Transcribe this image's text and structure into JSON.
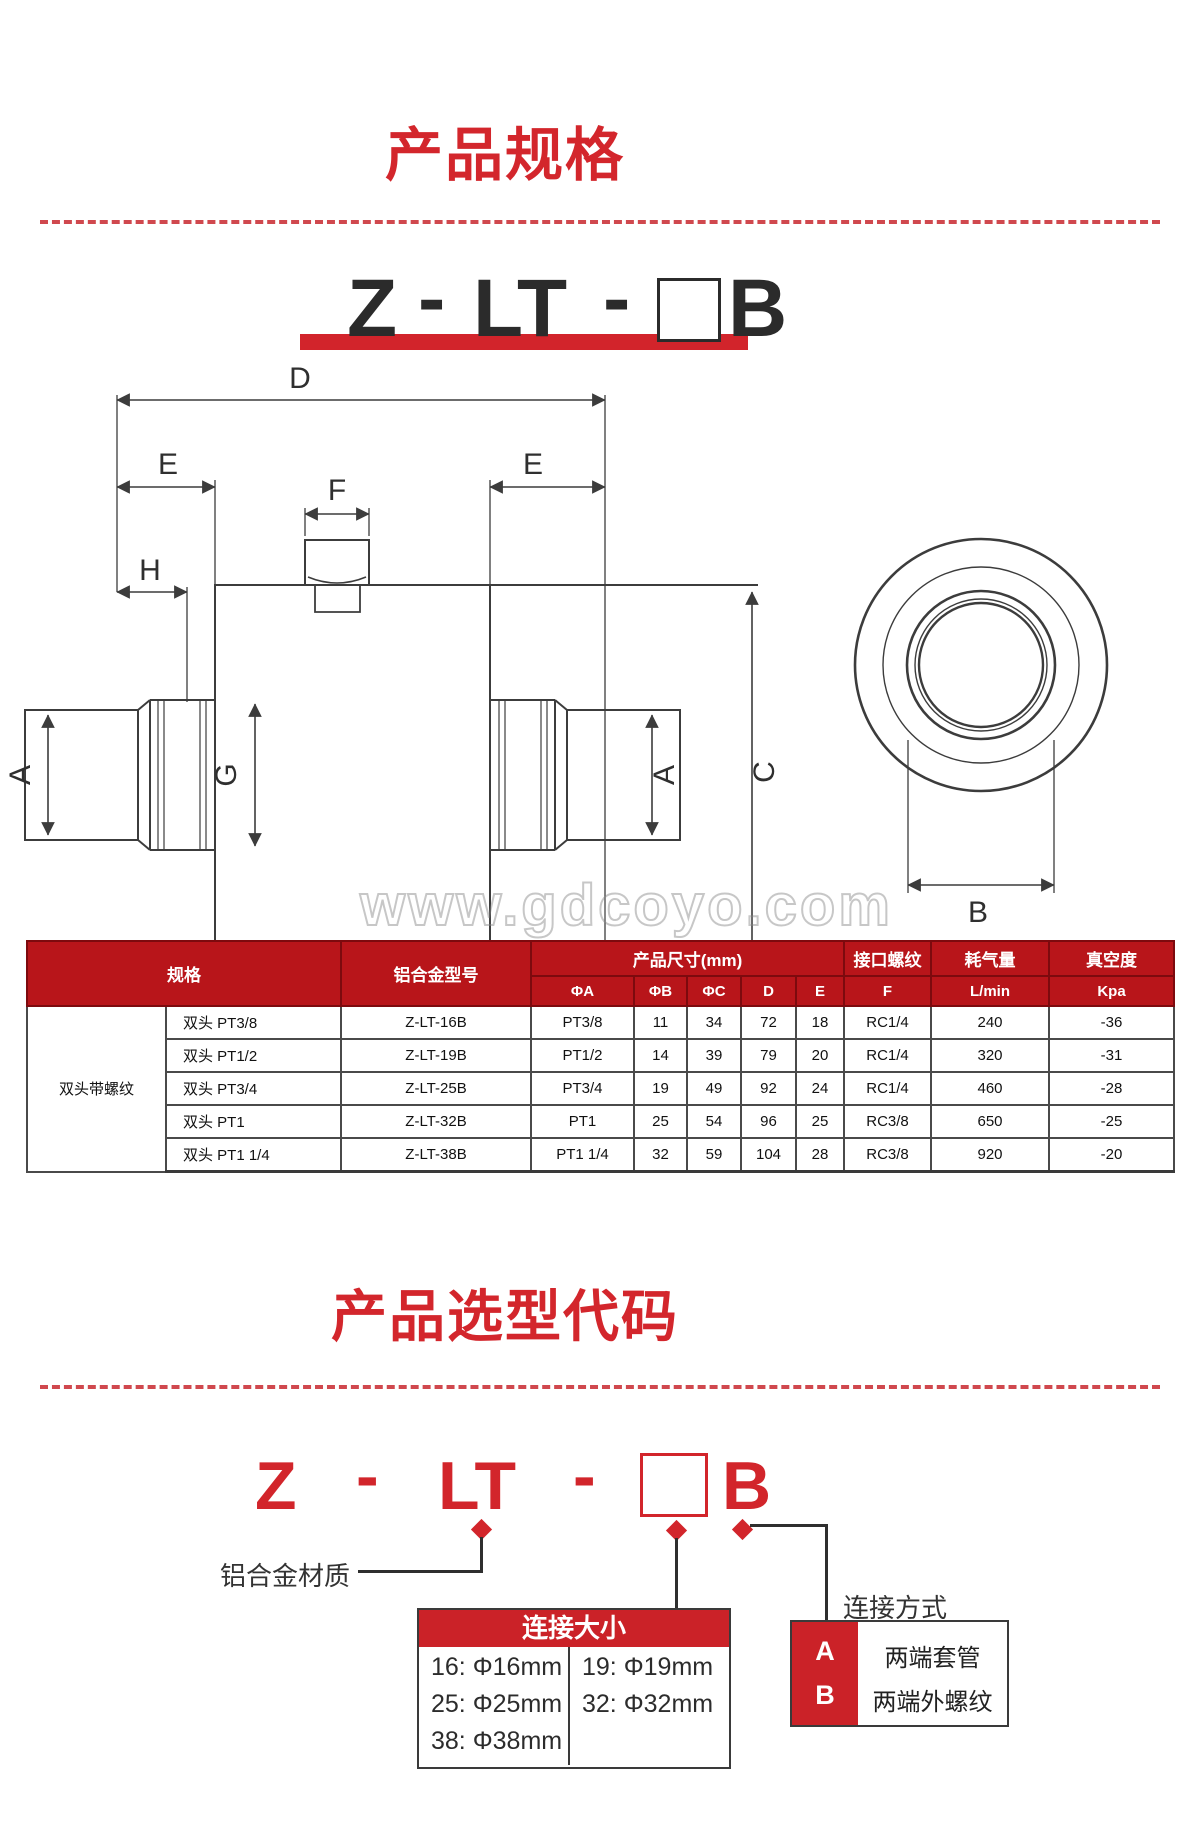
{
  "page": {
    "title_spec": "产品规格",
    "title_selection": "产品选型代码",
    "watermark": "www.gdcoyo.com"
  },
  "model_code": {
    "z": "Z",
    "dash1": "-",
    "lt": "LT",
    "dash2": "-",
    "b": "B"
  },
  "drawing": {
    "labels": {
      "d": "D",
      "e_left": "E",
      "e_right": "E",
      "f": "F",
      "h": "H",
      "a_left": "A",
      "g": "G",
      "a_right": "A",
      "c": "C",
      "b": "B"
    }
  },
  "spec_table": {
    "header": {
      "spec": "规格",
      "model": "铝合金型号",
      "dims": "产品尺寸(mm)",
      "thread": "接口螺纹",
      "air": "耗气量",
      "vacuum": "真空度"
    },
    "subheader": {
      "phi_a": "ΦA",
      "phi_b": "ΦB",
      "phi_c": "ΦC",
      "d": "D",
      "e": "E",
      "f": "F",
      "air_unit": "L/min",
      "vac_unit": "Kpa"
    },
    "group_label": "双头带螺纹",
    "rows": [
      {
        "spec": "双头 PT3/8",
        "model": "Z-LT-16B",
        "phi_a": "PT3/8",
        "phi_b": "11",
        "phi_c": "34",
        "d": "72",
        "e": "18",
        "f": "RC1/4",
        "air": "240",
        "vac": "-36"
      },
      {
        "spec": "双头 PT1/2",
        "model": "Z-LT-19B",
        "phi_a": "PT1/2",
        "phi_b": "14",
        "phi_c": "39",
        "d": "79",
        "e": "20",
        "f": "RC1/4",
        "air": "320",
        "vac": "-31"
      },
      {
        "spec": "双头 PT3/4",
        "model": "Z-LT-25B",
        "phi_a": "PT3/4",
        "phi_b": "19",
        "phi_c": "49",
        "d": "92",
        "e": "24",
        "f": "RC1/4",
        "air": "460",
        "vac": "-28"
      },
      {
        "spec": "双头 PT1",
        "model": "Z-LT-32B",
        "phi_a": "PT1",
        "phi_b": "25",
        "phi_c": "54",
        "d": "96",
        "e": "25",
        "f": "RC3/8",
        "air": "650",
        "vac": "-25"
      },
      {
        "spec": "双头 PT1 1/4",
        "model": "Z-LT-38B",
        "phi_a": "PT1 1/4",
        "phi_b": "32",
        "phi_c": "59",
        "d": "104",
        "e": "28",
        "f": "RC3/8",
        "air": "920",
        "vac": "-20"
      }
    ]
  },
  "selection": {
    "material_label": "铝合金材质",
    "size_table": {
      "title": "连接大小",
      "left": [
        "16: Φ16mm",
        "25: Φ25mm",
        "38: Φ38mm"
      ],
      "right": [
        "19: Φ19mm",
        "32: Φ32mm"
      ]
    },
    "method_label": "连接方式",
    "method_rows": [
      {
        "code": "A",
        "desc": "两端套管"
      },
      {
        "code": "B",
        "desc": "两端外螺纹"
      }
    ]
  },
  "colors": {
    "accent_red": "#d3262c",
    "table_header_red": "#b8151a",
    "bottom_table_red": "#cb2228"
  }
}
